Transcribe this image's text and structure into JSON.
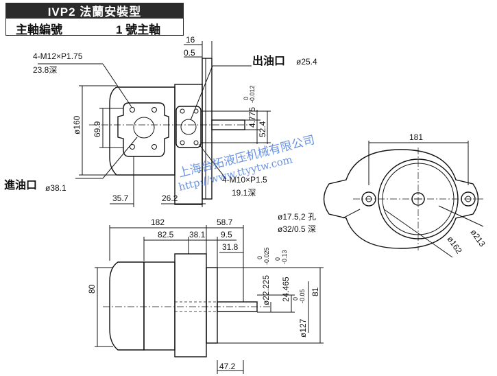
{
  "header": {
    "title": "IVP2 法蘭安裝型",
    "shaft_label": "主軸編號",
    "shaft_value": "1 號主軸"
  },
  "watermark": {
    "company": "上海台拓液压机械有限公司",
    "url": "http://www.ttyytw.com"
  },
  "labels": {
    "outlet": "出油口",
    "outlet_dia": "ø25.4",
    "inlet": "進油口",
    "inlet_dia": "ø38.1",
    "outlet_thread": "4-M12×P1.75",
    "outlet_depth": "23.8深",
    "inlet_thread": "4-M10×P1.5",
    "inlet_depth": "19.1深",
    "hole": "ø17.5,2 孔",
    "counterbore": "ø32/0.5 深"
  },
  "dims": {
    "d16": "16",
    "d0_5": "0.5",
    "d4775": "4.775",
    "tol4775_top": "0",
    "tol4775_bot": "-0.012",
    "d52_4": "52.4",
    "d160": "ø160",
    "d69_9": "69.9",
    "d35_7": "35.7",
    "d26_2": "26.2",
    "d181": "181",
    "d213": "ø213",
    "d162": "ø162",
    "d182": "182",
    "d58_7": "58.7",
    "d82_5": "82.5",
    "d38_1": "38.1",
    "d9_5": "9.5",
    "d31_8": "31.8",
    "d80": "80",
    "d22225": "ø22.225",
    "tol22225_top": "0",
    "tol22225_bot": "-0.025",
    "d24465": "24.465",
    "tol24465_top": "0",
    "tol24465_bot": "-0.13",
    "d81": "81",
    "d127": "ø127",
    "tol127_top": "0",
    "tol127_bot": "-0.05",
    "d47_2": "47.2"
  }
}
